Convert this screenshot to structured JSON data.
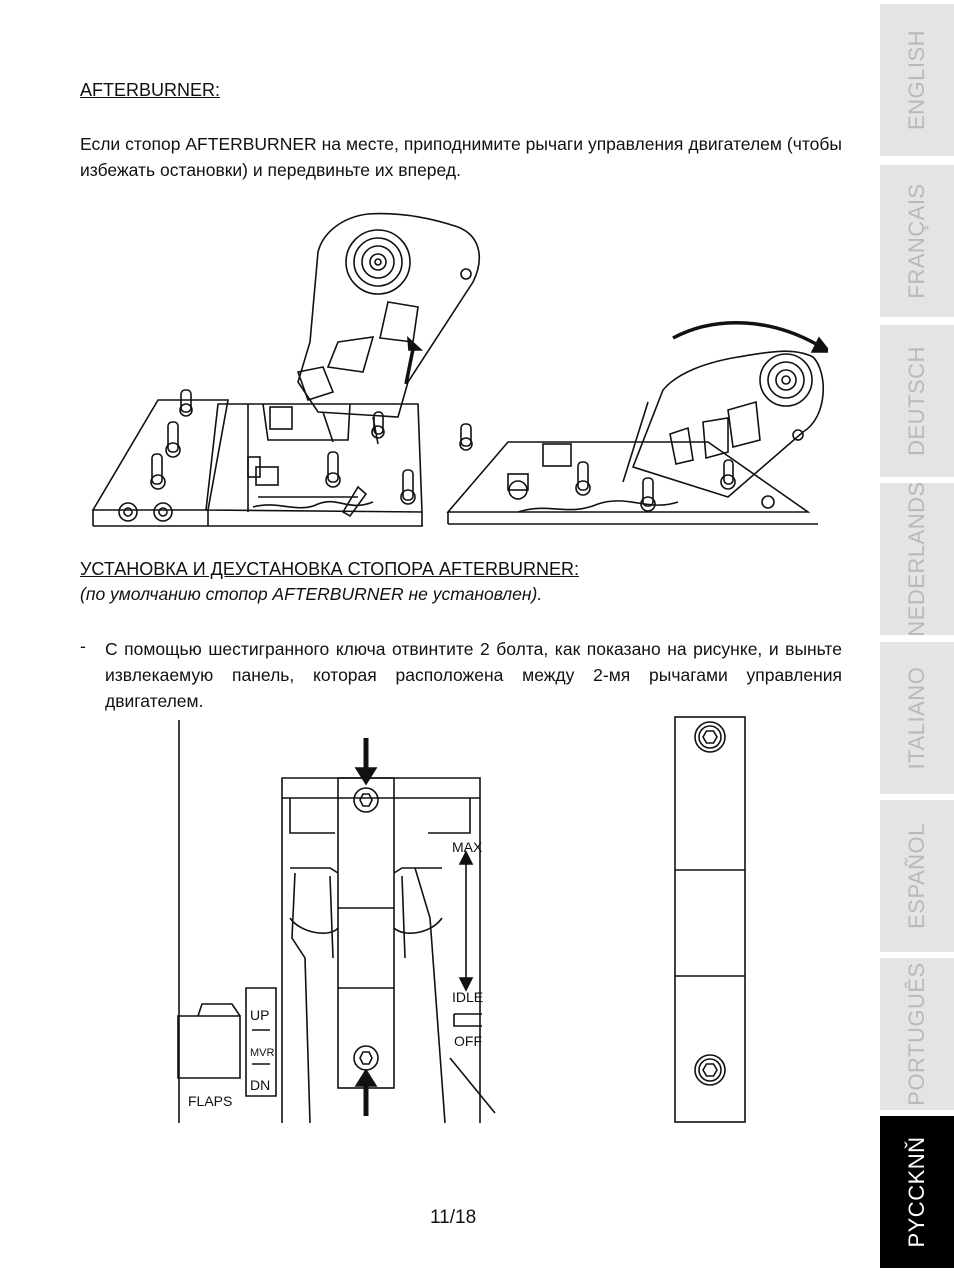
{
  "section1": {
    "heading": "AFTERBURNER:",
    "paragraph": "Если стопор AFTERBURNER на месте, приподнимите рычаги управления двигателем (чтобы избежать остановки) и передвиньте их вперед."
  },
  "section2": {
    "heading": "УСТАНОВКА И ДЕУСТАНОВКА СТОПОРА AFTERBURNER:",
    "note": "(по умолчанию стопор AFTERBURNER не установлен).",
    "bullet_marker": "-",
    "bullet_text": "С помощью шестигранного ключа отвинтите 2 болта, как показано на рисунке, и выньте извлекаемую панель, которая расположена между 2-мя рычагами управления двигателем."
  },
  "figure_labels": {
    "max": "MAX",
    "idle": "IDLE",
    "off": "OFF",
    "up": "UP",
    "mvr": "MVR",
    "dn": "DN",
    "flaps": "FLAPS"
  },
  "page_number": "11/18",
  "language_tabs": [
    {
      "label": "ENGLISH",
      "active": false
    },
    {
      "label": "FRANÇAIS",
      "active": false
    },
    {
      "label": "DEUTSCH",
      "active": false
    },
    {
      "label": "NEDERLANDS",
      "active": false
    },
    {
      "label": "ITALIANO",
      "active": false
    },
    {
      "label": "ESPAÑOL",
      "active": false
    },
    {
      "label": "PORTUGUÊS",
      "active": false
    },
    {
      "label": "PYCCKNŇ",
      "active": true
    }
  ]
}
